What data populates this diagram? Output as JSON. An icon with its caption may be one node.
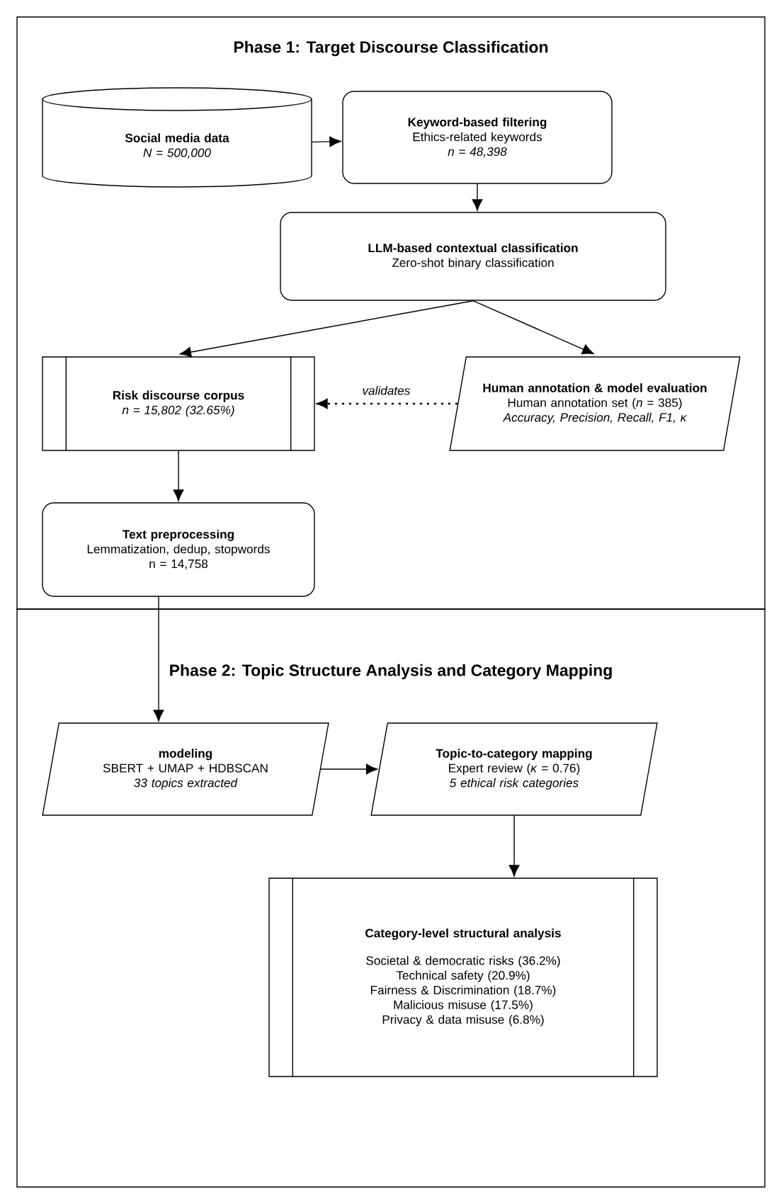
{
  "diagram": {
    "nodes": [
      {
        "text": [
          "Phase 1: Target Discourse Classification"
        ]
      },
      {
        "text": [
          "Social media data",
          "N = 500,000"
        ],
        "in": 0
      },
      {
        "text": [
          "Keyword-based filtering",
          "Ethics-related keywords",
          "n = 48,398"
        ],
        "in": 0
      },
      {
        "text": [
          "LLM-based contextual classification",
          "Zero-shot binary classification"
        ],
        "in": 0
      },
      {
        "text": [
          "Risk discourse corpus",
          "n = 15,802 (32.65%)"
        ],
        "in": 0
      },
      {
        "text": [
          "Human annotation & model evaluation",
          "Human annotation set (*n* = 385)",
          "Accuracy, Precision, Recall, F1, κ"
        ],
        "in": 0
      },
      {
        "text": [
          "Text preprocessing",
          "Lemmatization, dedup, stopwords",
          "n = 14,758"
        ],
        "in": 0
      },
      {
        "text": [
          "Phase 2: Topic Structure Analysis and Category Mapping"
        ]
      },
      {
        "text": [
          "modeling",
          "SBERT + UMAP + HDBSCAN",
          "33 topics extracted"
        ],
        "in": 7
      },
      {
        "text": [
          "Topic-to-category mapping",
          "Expert review (*κ* = 0.76)",
          "5 ethical risk categories"
        ],
        "in": 7
      },
      {
        "text": [
          "Category-level structural analysis",
          "Societal & democratic risks (36.2%)",
          "Technical safety (20.9%)",
          "Fairness & Discrimination (18.7%)",
          "Malicious misuse (17.5%)",
          "Privacy & data misuse (6.8%)"
        ],
        "in": 7
      }
    ],
    "edges": [
      {
        "from": 1,
        "to": 2,
        "arrow": "to"
      },
      {
        "from": 2,
        "to": 3,
        "arrow": "to"
      },
      {
        "from": 3,
        "to": 4,
        "arrow": "to"
      },
      {
        "from": 3,
        "to": 5,
        "arrow": "to"
      },
      {
        "from": 5,
        "to": 4,
        "arrow": "to",
        "label": "validates",
        "style": "dashed"
      },
      {
        "from": 4,
        "to": 6,
        "arrow": "to"
      },
      {
        "from": 6,
        "to": 8,
        "arrow": "to"
      },
      {
        "from": 8,
        "to": 9,
        "arrow": "to"
      },
      {
        "from": 9,
        "to": 10,
        "arrow": "to"
      }
    ]
  }
}
